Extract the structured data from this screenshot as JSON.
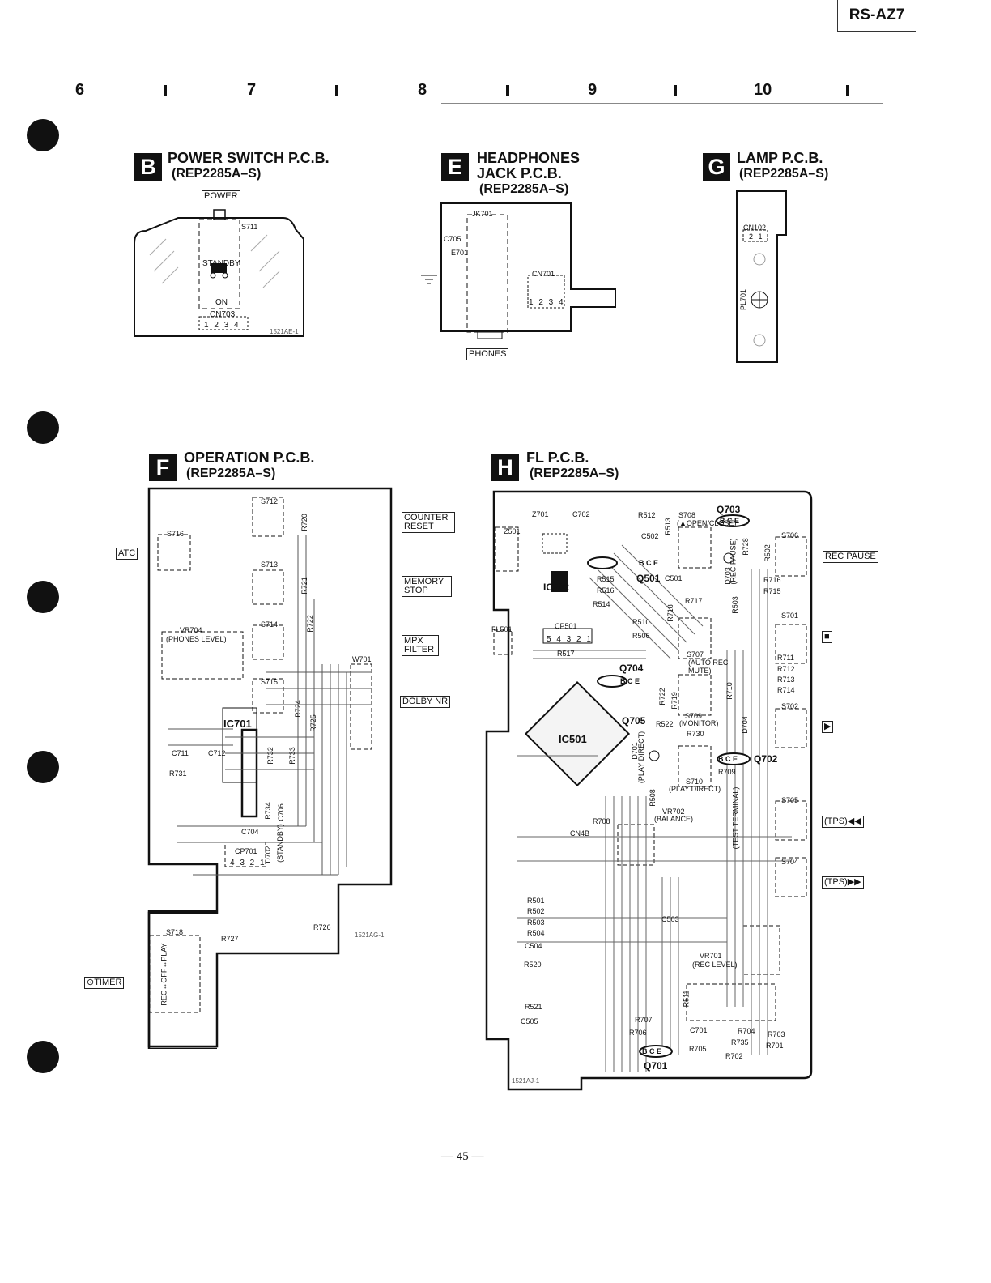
{
  "header": {
    "model": "RS-AZ7"
  },
  "ruler": {
    "columns": [
      "6",
      "7",
      "8",
      "9",
      "10"
    ]
  },
  "boards": {
    "B": {
      "letter": "B",
      "title": "POWER SWITCH P.C.B.",
      "subtitle": "(REP2285A–S)",
      "labels": {
        "power": "POWER",
        "s711": "S711",
        "standby": "STANDBY",
        "on": "ON",
        "cn703": "CN703",
        "pins": "1 2 3 4",
        "code": "1521AE-1"
      }
    },
    "E": {
      "letter": "E",
      "title": "HEADPHONES",
      "title2": "JACK P.C.B.",
      "subtitle": "(REP2285A–S)",
      "labels": {
        "jk701": "JK701",
        "c705": "C705",
        "e701": "E701",
        "cn701": "CN701",
        "pins": "1 2 3 4",
        "phones": "PHONES"
      }
    },
    "G": {
      "letter": "G",
      "title": "LAMP P.C.B.",
      "subtitle": "(REP2285A–S)",
      "labels": {
        "cn102": "CN102",
        "pins": "2 1",
        "pl701": "PL701"
      }
    },
    "F": {
      "letter": "F",
      "title": "OPERATION P.C.B.",
      "subtitle": "(REP2285A–S)",
      "labels": {
        "s712": "S712",
        "s713": "S713",
        "s714": "S714",
        "s715": "S715",
        "s716": "S716",
        "s718": "S718",
        "r720": "R720",
        "r721": "R721",
        "r722": "R722",
        "r724": "R724",
        "r725": "R725",
        "r726": "R726",
        "r727": "R727",
        "r731": "R731",
        "r732": "R732",
        "r733": "R733",
        "r734": "R734",
        "vr704": "VR704",
        "phones_level": "(PHONES LEVEL)",
        "ic701": "IC701",
        "w701": "W701",
        "c711": "C711",
        "c712": "C712",
        "c704": "C704",
        "c706": "C706",
        "cp701": "CP701",
        "cp_pins": "4 3 2 1",
        "d702": "D702",
        "standby": "(STANDBY)",
        "timer_switch": "REC↔OFF↔PLAY",
        "code": "1521AG-1"
      },
      "side_buttons": {
        "atc": "ATC",
        "counter_reset": "COUNTER RESET",
        "memory_stop": "MEMORY STOP",
        "mpx_filter": "MPX FILTER",
        "dolby_nr": "DOLBY NR",
        "timer": "⊙TIMER"
      }
    },
    "H": {
      "letter": "H",
      "title": "FL P.C.B.",
      "subtitle": "(REP2285A–S)",
      "labels": {
        "z701": "Z701",
        "c702": "C702",
        "r512": "R512",
        "r513": "R513",
        "s708": "S708",
        "open_close": "(▲OPEN/CLOSE)",
        "q703": "Q703",
        "s706": "S706",
        "z501": "Z501",
        "c502": "C502",
        "q501": "Q501",
        "c501": "C501",
        "r502": "R502",
        "r515": "R515",
        "r516": "R516",
        "r514": "R514",
        "ic502": "IC502",
        "r717": "R717",
        "r716": "R716",
        "r715": "R715",
        "r718": "R718",
        "r503": "R503",
        "d703": "D703",
        "rec_pause": "(REC PAUSE)",
        "r728": "R728",
        "fl501": "FL501",
        "cp501": "CP501",
        "cp_pins": "5 4 3 2 1",
        "r510": "R510",
        "r506": "R506",
        "r517": "R517",
        "s701": "S701",
        "q704": "Q704",
        "s707": "S707",
        "auto_rec_mute": "(AUTO REC MUTE)",
        "r711": "R711",
        "r712": "R712",
        "r713": "R713",
        "r714": "R714",
        "r722": "R722",
        "r719": "R719",
        "r710": "R710",
        "s709": "S709",
        "monitor": "(MONITOR)",
        "q705": "Q705",
        "r522": "R522",
        "s702": "S702",
        "d704": "D704",
        "ic501": "IC501",
        "d701": "D701",
        "play_direct": "(PLAY DIRECT)",
        "r730": "R730",
        "q702": "Q702",
        "s710": "S710",
        "r709": "R709",
        "r508": "R508",
        "vr702": "VR702",
        "balance": "(BALANCE)",
        "test_terminal": "(TEST TERMINAL)",
        "s705": "S705",
        "r708": "R708",
        "cn4b": "CN4B",
        "s704": "S704",
        "r501": "R501",
        "r502b": "R502",
        "r503b": "R503",
        "r504": "R504",
        "c504": "C504",
        "r520": "R520",
        "c503": "C503",
        "vr701": "VR701",
        "rec_level": "(REC LEVEL)",
        "r521": "R521",
        "c505": "C505",
        "r511": "R511",
        "r707": "R707",
        "r706": "R706",
        "c701": "C701",
        "r704": "R704",
        "r703": "R703",
        "r735": "R735",
        "r701": "R701",
        "r705": "R705",
        "r702": "R702",
        "q701": "Q701",
        "bce": "B C E",
        "code": "1521AJ-1"
      },
      "side_buttons": {
        "rec_pause": "REC PAUSE",
        "stop": "■",
        "play": "▶",
        "rew": "(TPS)◀◀",
        "ff": "(TPS)▶▶"
      }
    }
  },
  "footer": {
    "page": "— 45 —"
  }
}
